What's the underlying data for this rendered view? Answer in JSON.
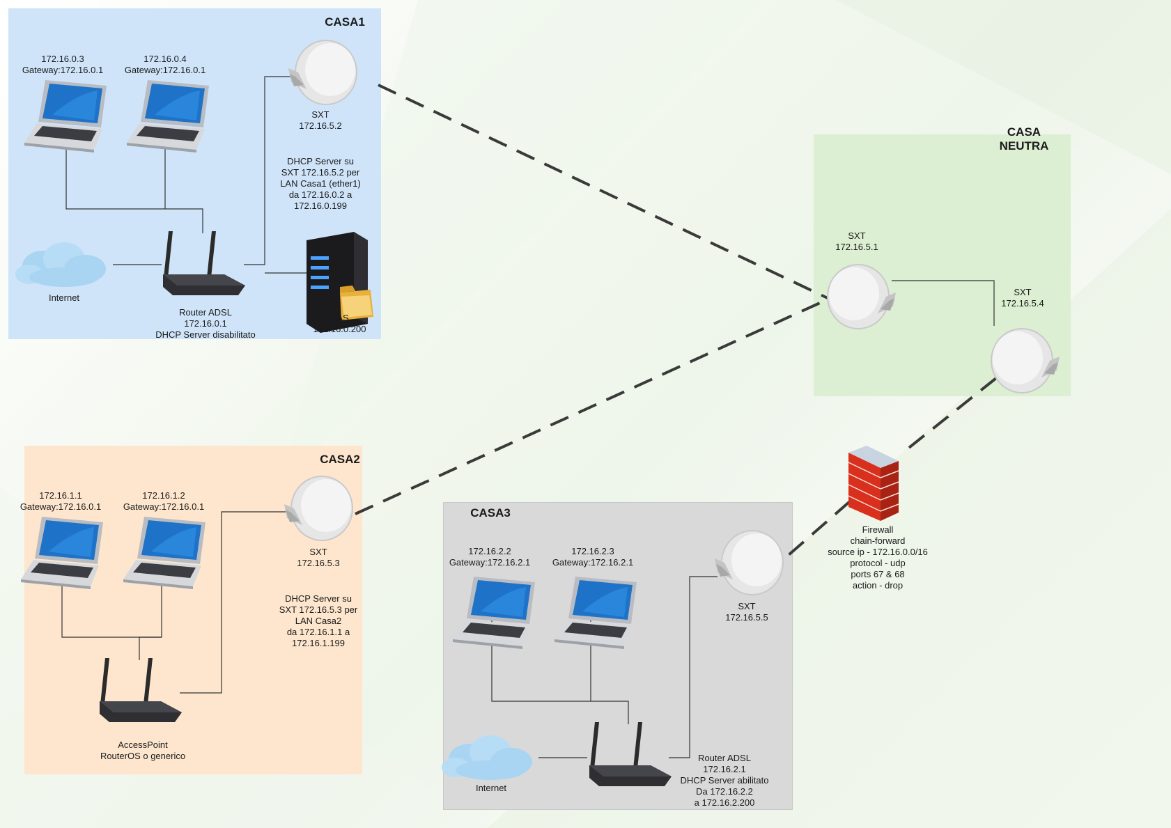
{
  "colors": {
    "casa1_bg": "#cfe4f9",
    "casa2_bg": "#fde6cd",
    "casa3_bg": "#d9d9d9",
    "neutra_bg": "#dcefd2",
    "link_dash": "#3a3a3a"
  },
  "casa1": {
    "title": "CASA1",
    "pc1": {
      "ip": "172.16.0.3",
      "gw": "Gateway:172.16.0.1"
    },
    "pc2": {
      "ip": "172.16.0.4",
      "gw": "Gateway:172.16.0.1"
    },
    "sxt": {
      "name": "SXT",
      "ip": "172.16.5.2"
    },
    "dhcp_note": [
      "DHCP Server su",
      "SXT 172.16.5.2 per",
      "LAN Casa1 (ether1)",
      "da 172.16.0.2 a",
      "172.16.0.199"
    ],
    "internet": "Internet",
    "router": [
      "Router ADSL",
      "172.16.0.1",
      "DHCP Server disabilitato"
    ],
    "nas": [
      "NAS",
      "172.16.0.200"
    ]
  },
  "casa2": {
    "title": "CASA2",
    "pc1": {
      "ip": "172.16.1.1",
      "gw": "Gateway:172.16.0.1"
    },
    "pc2": {
      "ip": "172.16.1.2",
      "gw": "Gateway:172.16.0.1"
    },
    "sxt": {
      "name": "SXT",
      "ip": "172.16.5.3"
    },
    "dhcp_note": [
      "DHCP Server su",
      "SXT 172.16.5.3 per",
      "LAN Casa2",
      "da 172.16.1.1 a",
      "172.16.1.199"
    ],
    "ap": [
      "AccessPoint",
      "RouterOS o generico"
    ]
  },
  "casa3": {
    "title": "CASA3",
    "pc1": {
      "ip": "172.16.2.2",
      "gw": "Gateway:172.16.2.1"
    },
    "pc2": {
      "ip": "172.16.2.3",
      "gw": "Gateway:172.16.2.1"
    },
    "sxt": {
      "name": "SXT",
      "ip": "172.16.5.5"
    },
    "internet": "Internet",
    "router": [
      "Router ADSL",
      "172.16.2.1",
      "DHCP Server abilitato",
      "Da 172.16.2.2",
      "a 172.16.2.200"
    ]
  },
  "neutra": {
    "title_line1": "CASA",
    "title_line2": "NEUTRA",
    "sxt1": {
      "name": "SXT",
      "ip": "172.16.5.1"
    },
    "sxt2": {
      "name": "SXT",
      "ip": "172.16.5.4"
    }
  },
  "firewall": {
    "lines": [
      "Firewall",
      "chain-forward",
      "source ip - 172.16.0.0/16",
      "protocol - udp",
      "ports 67 & 68",
      "action - drop"
    ]
  }
}
